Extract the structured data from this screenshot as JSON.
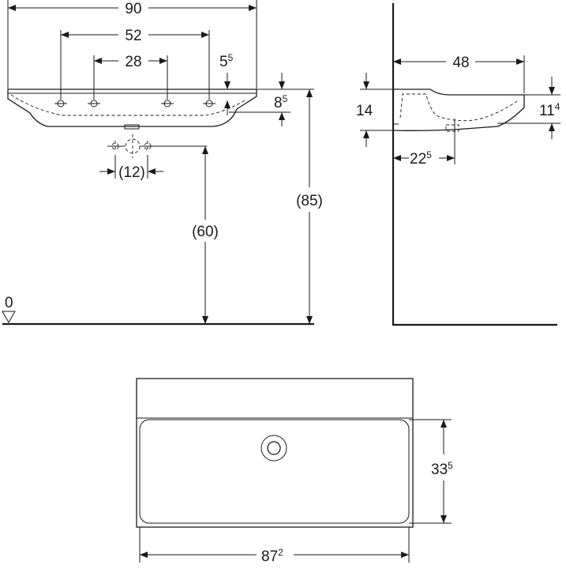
{
  "front_view": {
    "overall_width": "90",
    "tap_holes_outer": "52",
    "tap_holes_inner": "28",
    "rim_offset_main": "5",
    "rim_offset_sup": "5",
    "rim_height_main": "8",
    "rim_height_sup": "5",
    "drain_spacing": "(12)",
    "drain_height": "(60)",
    "total_height": "(85)",
    "floor_level": "0"
  },
  "side_view": {
    "depth": "48",
    "basin_height": "14",
    "bowl_height_main": "11",
    "bowl_height_sup": "4",
    "drain_offset_main": "22",
    "drain_offset_sup": "5"
  },
  "top_view": {
    "bowl_depth_main": "33",
    "bowl_depth_sup": "5",
    "bowl_width_main": "87",
    "bowl_width_sup": "2"
  }
}
